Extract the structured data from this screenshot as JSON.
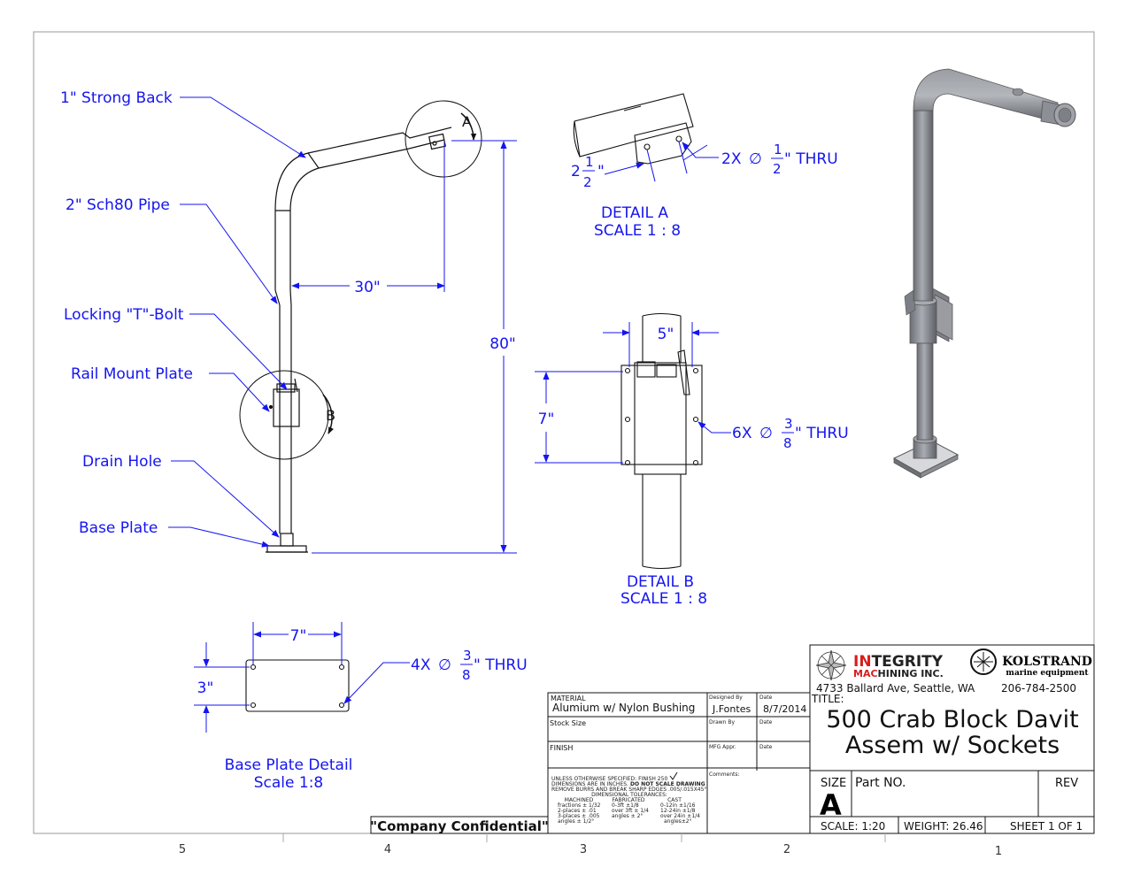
{
  "labels": {
    "strong_back": "1\" Strong Back",
    "pipe": "2\" Sch80 Pipe",
    "t_bolt": "Locking \"T\"-Bolt",
    "rail_plate": "Rail Mount Plate",
    "drain_hole": "Drain Hole",
    "base_plate": "Base Plate"
  },
  "dimensions": {
    "reach": "30\"",
    "height": "80\"",
    "mount_width": "5\"",
    "mount_height": "7\"",
    "base_width": "7\"",
    "base_height": "3\""
  },
  "callouts": {
    "detail_a_marker": "A",
    "detail_b_marker": "B",
    "detail_a_offset_whole": "2",
    "detail_a_offset_num": "1",
    "detail_a_offset_den": "2",
    "detail_a_offset_unit": "\"",
    "detail_a_holes_prefix": "2X",
    "detail_a_holes_num": "1",
    "detail_a_holes_den": "2",
    "detail_a_holes_suffix": "\" THRU",
    "detail_b_holes_prefix": "6X",
    "detail_b_holes_num": "3",
    "detail_b_holes_den": "8",
    "detail_b_holes_suffix": "\" THRU",
    "base_holes_prefix": "4X",
    "base_holes_num": "3",
    "base_holes_den": "8",
    "base_holes_suffix": "\" THRU",
    "diameter_symbol": "∅"
  },
  "details": {
    "a_title": "DETAIL A",
    "a_scale": "SCALE 1 : 8",
    "b_title": "DETAIL B",
    "b_scale": "SCALE 1 : 8",
    "base_title": "Base Plate Detail",
    "base_scale": "Scale 1:8"
  },
  "title_block": {
    "confidential": "\"Company Confidential\"",
    "material_label": "MATERIAL",
    "material": "Alumium w/ Nylon Bushing",
    "stock_label": "Stock Size",
    "finish_label": "FINISH",
    "designed_by_label": "Designed By",
    "designed_by": "J.Fontes",
    "date_label": "Date",
    "date": "8/7/2014",
    "drawn_by_label": "Drawn By",
    "mfg_label": "MFG Appr.",
    "comments_label": "Comments:",
    "tol_line1": "UNLESS OTHERWISE SPECIFIED: FINISH 250",
    "tol_line2a": "DIMENSIONS ARE IN INCHES.",
    "tol_line2b": "DO NOT SCALE DRAWING",
    "tol_line3": "REMOVE BURRS AND BREAK SHARP EDGES .005/.015X45°",
    "tol_line4": "DIMENSIONAL TOLERANCES:",
    "tol_machined": [
      "MACHINED",
      "fractions ± 1/32",
      "2-places ± .01",
      "3-places ± .005",
      "angles ± 1/2°"
    ],
    "tol_fabricated": [
      "FABRICATED",
      "0-3ft ±1/8",
      "over 3ft ± 1/4",
      "angles ± 2°"
    ],
    "tol_cast": [
      "CAST",
      "0-12in ±1/16",
      "12-24in ±1/8",
      "over 24in ±1/4",
      "angles±2°"
    ],
    "company_in": "IN",
    "company_tegrity": "TEGRITY",
    "company_mac": "MAC",
    "company_hining": "HINING INC.",
    "kolstrand": "KOLSTRAND",
    "kolstrand_sub": "marine equipment",
    "address": "4733 Ballard Ave, Seattle, WA",
    "phone": "206-784-2500",
    "title_label": "TITLE:",
    "title_line1": "500 Crab Block Davit",
    "title_line2": "Assem w/ Sockets",
    "size_label": "SIZE",
    "size": "A",
    "part_label": "Part  NO.",
    "rev_label": "REV",
    "scale": "SCALE: 1:20",
    "weight": "WEIGHT: 26.46",
    "sheet": "SHEET 1 OF 1"
  },
  "zones": [
    "5",
    "4",
    "3",
    "2",
    "1"
  ],
  "colors": {
    "annotation": "#1515f0",
    "line": "#111111",
    "company_red": "#d81e1e",
    "render_body": "#8c8f95"
  }
}
